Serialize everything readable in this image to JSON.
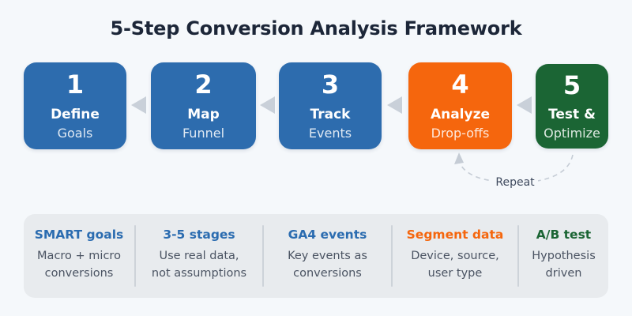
{
  "page": {
    "background": "#f5f8fb",
    "title": "5-Step Conversion Analysis Framework"
  },
  "steps": [
    {
      "number": "1",
      "title": "Define",
      "subtitle": "Goals",
      "color": "#2d6cae"
    },
    {
      "number": "2",
      "title": "Map",
      "subtitle": "Funnel",
      "color": "#2d6cae"
    },
    {
      "number": "3",
      "title": "Track",
      "subtitle": "Events",
      "color": "#2d6cae"
    },
    {
      "number": "4",
      "title": "Analyze",
      "subtitle": "Drop-offs",
      "color": "#f5660d"
    },
    {
      "number": "5",
      "title": "Test &",
      "subtitle": "Optimize",
      "color": "#1b6534"
    }
  ],
  "flow": {
    "arrow_color": "#c9d0d9",
    "repeat_label": "Repeat"
  },
  "notes": {
    "background": "#e8ebee",
    "items": [
      {
        "heading": "SMART goals",
        "heading_color": "#2b6cb0",
        "lines": [
          "Macro + micro",
          "conversions"
        ]
      },
      {
        "heading": "3-5 stages",
        "heading_color": "#2b6cb0",
        "lines": [
          "Use real data,",
          "not assumptions"
        ]
      },
      {
        "heading": "GA4 events",
        "heading_color": "#2b6cb0",
        "lines": [
          "Key events as",
          "conversions"
        ]
      },
      {
        "heading": "Segment data",
        "heading_color": "#f5660d",
        "lines": [
          "Device, source,",
          "user type"
        ]
      },
      {
        "heading": "A/B test",
        "heading_color": "#1b6534",
        "lines": [
          "Hypothesis",
          "driven"
        ]
      }
    ]
  }
}
